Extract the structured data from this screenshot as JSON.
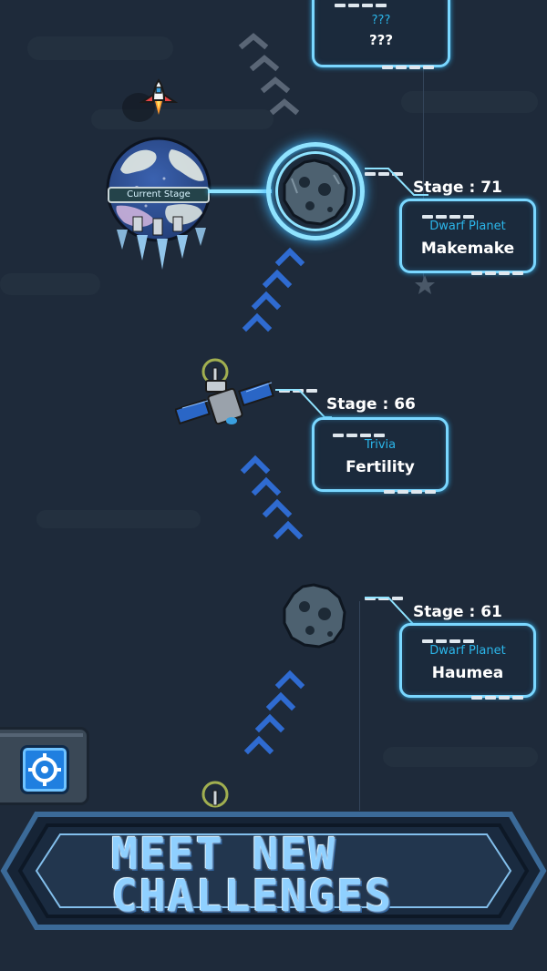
{
  "top_card": {
    "sub": "???",
    "name": "???"
  },
  "current_stage": {
    "label": "Current Stage"
  },
  "stages": [
    {
      "stage_label": "Stage :",
      "stage_num": "71",
      "category": "Dwarf Planet",
      "name": "Makemake"
    },
    {
      "stage_label": "Stage :",
      "stage_num": "66",
      "category": "Trivia",
      "name": "Fertility"
    },
    {
      "stage_label": "Stage :",
      "stage_num": "61",
      "category": "Dwarf Planet",
      "name": "Haumea"
    }
  ],
  "banner": {
    "line1": "MEET NEW",
    "line2": "CHALLENGES"
  },
  "icons": {
    "locate": "crosshair-icon",
    "ship": "rocket-icon",
    "satellite": "satellite-icon",
    "asteroid": "asteroid-icon",
    "planet": "planet-icon"
  },
  "colors": {
    "accent": "#7ad7ff",
    "category": "#2bb6ea",
    "background": "#1e2a3a",
    "chevron": "#2f6bd1"
  }
}
